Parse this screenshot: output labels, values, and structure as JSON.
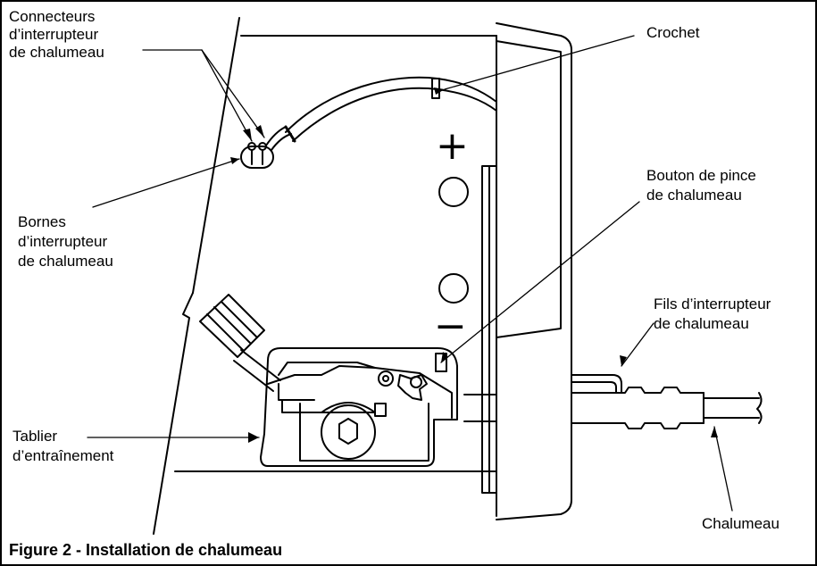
{
  "labels": {
    "connecteurs": [
      "Connecteurs",
      "d’interrupteur",
      "de chalumeau"
    ],
    "crochet": [
      "Crochet"
    ],
    "bornes": [
      "Bornes",
      "d’interrupteur",
      "de chalumeau"
    ],
    "bouton": [
      "Bouton de pince",
      "de chalumeau"
    ],
    "fils": [
      "Fils d’interrupteur",
      "de chalumeau"
    ],
    "tablier": [
      "Tablier",
      "d’entraînement"
    ],
    "chalumeau": [
      "Chalumeau"
    ]
  },
  "polarity": {
    "plus": "+",
    "minus": "−"
  },
  "caption": "Figure 2 - Installation de chalumeau"
}
